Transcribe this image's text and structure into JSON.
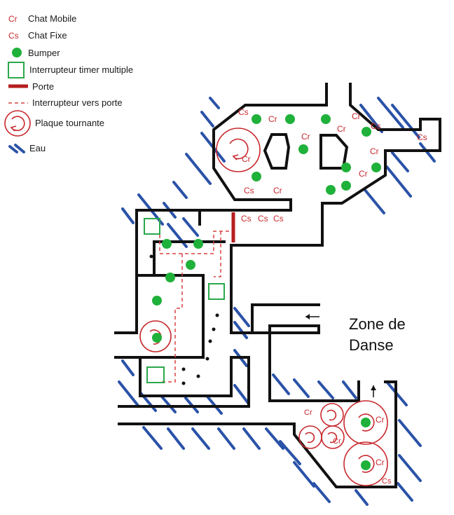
{
  "legend": {
    "mobile_cat": {
      "symbol": "Cr",
      "label": "Chat Mobile"
    },
    "fixed_cat": {
      "symbol": "Cs",
      "label": "Chat Fixe"
    },
    "bumper": {
      "label": "Bumper"
    },
    "timer_switch": {
      "label": "Interrupteur timer multiple"
    },
    "door": {
      "label": "Porte"
    },
    "door_switch": {
      "label": "Interrupteur vers porte"
    },
    "turntable": {
      "label": "Plaque tournante"
    },
    "water": {
      "label": "Eau"
    }
  },
  "map": {
    "zone_label_line1": "Zone de",
    "zone_label_line2": "Danse",
    "cr": "Cr",
    "cs": "Cs"
  },
  "colors": {
    "cat_red": "#c8282d",
    "bumper_green": "#1fb13a",
    "switch_green": "#2aa84a",
    "door_red": "#b51e1e",
    "water_blue": "#2a52a8"
  }
}
